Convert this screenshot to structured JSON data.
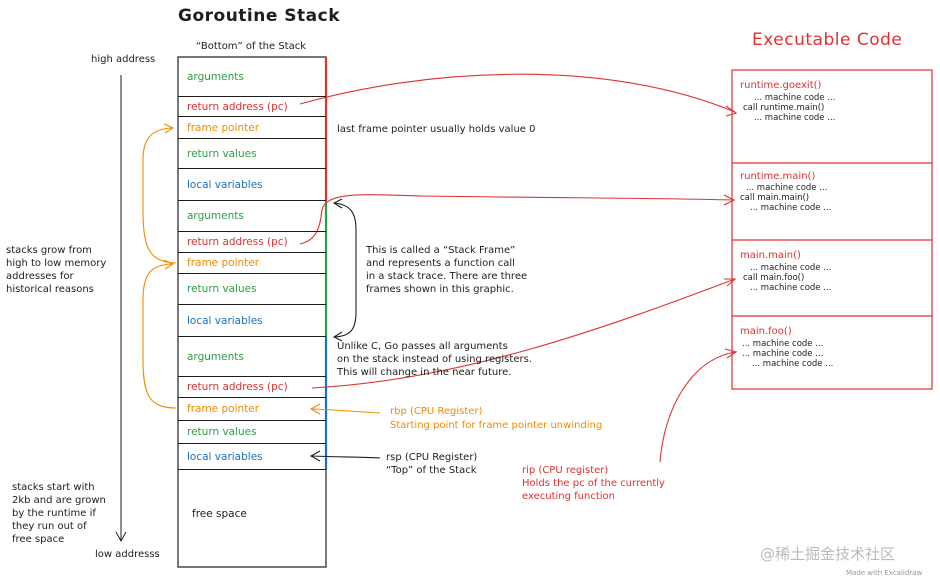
{
  "stack_title": "Goroutine Stack",
  "bottom_label": "“Bottom” of the Stack",
  "high_address": "high address",
  "low_address": "low addresss",
  "grow_note": [
    "stacks grow from",
    "high to low memory",
    "addresses for",
    "historical reasons"
  ],
  "start_note": [
    "stacks start with",
    "2kb and are grown",
    "by the runtime if",
    "they run out of",
    "free space"
  ],
  "stack_cells": [
    {
      "label": "arguments",
      "color": "#2f9e44"
    },
    {
      "label": "return address (pc)",
      "color": "#e03131"
    },
    {
      "label": "frame pointer",
      "color": "#f08c00"
    },
    {
      "label": "return values",
      "color": "#2f9e44"
    },
    {
      "label": "local variables",
      "color": "#1971c2"
    },
    {
      "label": "arguments",
      "color": "#2f9e44"
    },
    {
      "label": "return address (pc)",
      "color": "#e03131"
    },
    {
      "label": "frame pointer",
      "color": "#f08c00"
    },
    {
      "label": "return values",
      "color": "#2f9e44"
    },
    {
      "label": "local variables",
      "color": "#1971c2"
    },
    {
      "label": "arguments",
      "color": "#2f9e44"
    },
    {
      "label": "return address (pc)",
      "color": "#e03131"
    },
    {
      "label": "frame pointer",
      "color": "#f08c00"
    },
    {
      "label": "return values",
      "color": "#2f9e44"
    },
    {
      "label": "local variables",
      "color": "#1971c2"
    },
    {
      "label": "free space",
      "color": "#1e1e1e"
    }
  ],
  "notes": {
    "last_fp": "last frame pointer usually holds value 0",
    "stack_frame": [
      "This is called a “Stack Frame”",
      "and represents a function call",
      "in a stack trace. There are three",
      "frames shown in this graphic."
    ],
    "unlike_c": [
      "Unlike C, Go passes all arguments",
      "on the stack instead of using registers.",
      "This will change in the near future."
    ],
    "rbp": [
      "rbp (CPU Register)",
      "Starting point for frame pointer unwinding"
    ],
    "rsp": [
      "rsp (CPU Register)",
      "“Top” of the Stack"
    ],
    "rip": [
      "rip (CPU register)",
      "Holds the pc of the currently",
      "executing function"
    ]
  },
  "code_title": "Executable Code",
  "code_blocks": [
    {
      "name": "runtime.goexit()",
      "lines": [
        "... machine code ...",
        "call runtime.main()",
        "... machine code ..."
      ]
    },
    {
      "name": "runtime.main()",
      "lines": [
        "... machine code ...",
        "call main.main()",
        "... machine code ..."
      ]
    },
    {
      "name": "main.main()",
      "lines": [
        "... machine code ...",
        "call main.foo()",
        "... machine code ..."
      ]
    },
    {
      "name": "main.foo()",
      "lines": [
        "... machine code ...",
        "... machine code ...",
        "... machine code ..."
      ]
    }
  ],
  "watermark": "@稀土掘金技术社区",
  "footer": "Made with Excalidraw"
}
